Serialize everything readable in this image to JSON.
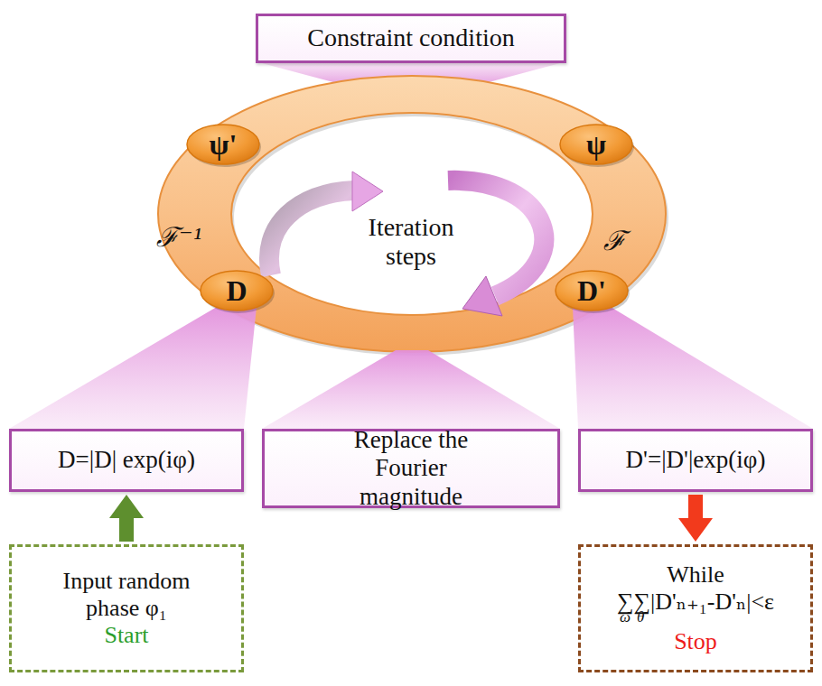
{
  "diagram": {
    "nodes": [
      {
        "text": [
          "Constraint condition"
        ]
      },
      {
        "text": [
          "ψ'"
        ]
      },
      {
        "text": [
          "ψ"
        ]
      },
      {
        "text": [
          "D"
        ]
      },
      {
        "text": [
          "D'"
        ]
      },
      {
        "text": [
          "D=|D| exp(iφ)"
        ]
      },
      {
        "text": [
          "Replace the Fourier magnitude"
        ]
      },
      {
        "text": [
          "D'=|D'|exp(iφ)"
        ]
      },
      {
        "text": [
          "Input random phase φ₁",
          "Start"
        ]
      },
      {
        "text": [
          "While",
          "∑∑|D'ₙ₊₁-D'ₙ|<ε",
          "ω",
          "θ",
          "Stop"
        ]
      }
    ],
    "edges": [
      {
        "from": 8,
        "to": 5,
        "arrow": "to"
      },
      {
        "from": 7,
        "to": 9,
        "arrow": "to"
      }
    ],
    "labels": [
      "ℱ⁻¹",
      "Iteration steps",
      "ℱ"
    ]
  }
}
